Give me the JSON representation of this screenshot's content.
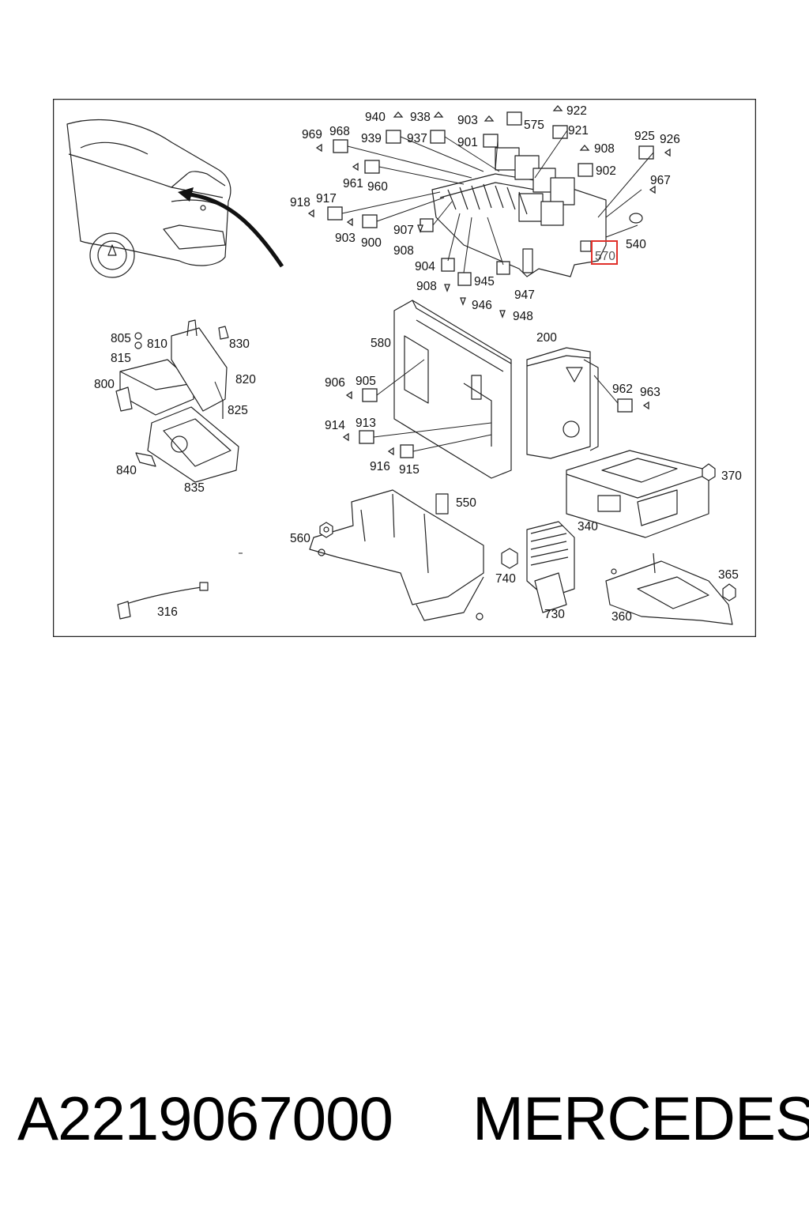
{
  "diagram": {
    "highlighted_label": "570",
    "highlight_color": "#e0302a",
    "labels": [
      "940",
      "938",
      "903",
      "575",
      "922",
      "921",
      "969",
      "968",
      "939",
      "937",
      "901",
      "908",
      "902",
      "925",
      "926",
      "961",
      "960",
      "967",
      "918",
      "917",
      "907",
      "903",
      "900",
      "908",
      "904",
      "945",
      "540",
      "570",
      "908",
      "946",
      "947",
      "948",
      "580",
      "200",
      "805",
      "810",
      "830",
      "815",
      "820",
      "800",
      "825",
      "906",
      "905",
      "962",
      "963",
      "914",
      "913",
      "916",
      "915",
      "840",
      "835",
      "370",
      "550",
      "560",
      "340",
      "740",
      "365",
      "730",
      "360",
      "316"
    ]
  },
  "footer": {
    "part_number": "A2219067000",
    "brand": "MERCEDES"
  }
}
